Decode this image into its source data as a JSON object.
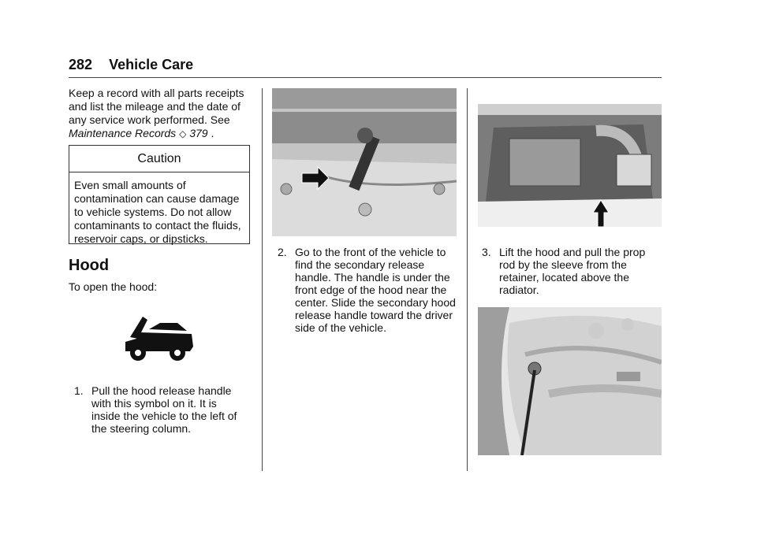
{
  "header": {
    "page_number": "282",
    "section_title": "Vehicle Care"
  },
  "col1": {
    "intro_paragraph": "Keep a record with all parts receipts and list the mileage and the date of any service work performed. See",
    "link_text": "Maintenance Records",
    "link_page": "379",
    "caution": {
      "title": "Caution",
      "body": "Even small amounts of contamination can cause damage to vehicle systems. Do not allow contaminants to contact the fluids, reservoir caps, or dipsticks."
    },
    "hood_heading": "Hood",
    "open_intro": "To open the hood:"
  },
  "steps": [
    {
      "number": "1.",
      "text": "Pull the hood release handle with this symbol on it. It is inside the vehicle to the left of the steering column."
    },
    {
      "number": "2.",
      "text": "Go to the front of the vehicle to find the secondary release handle. The handle is under the front edge of the hood near the center. Slide the secondary hood release handle toward the driver side of the vehicle."
    },
    {
      "number": "3.",
      "text": "Lift the hood and pull the prop rod by the sleeve from the retainer, located above the radiator."
    }
  ],
  "icons": [
    "hood-open-icon",
    "right-arrow-icon",
    "up-arrow-icon",
    "page-ref-icon"
  ]
}
